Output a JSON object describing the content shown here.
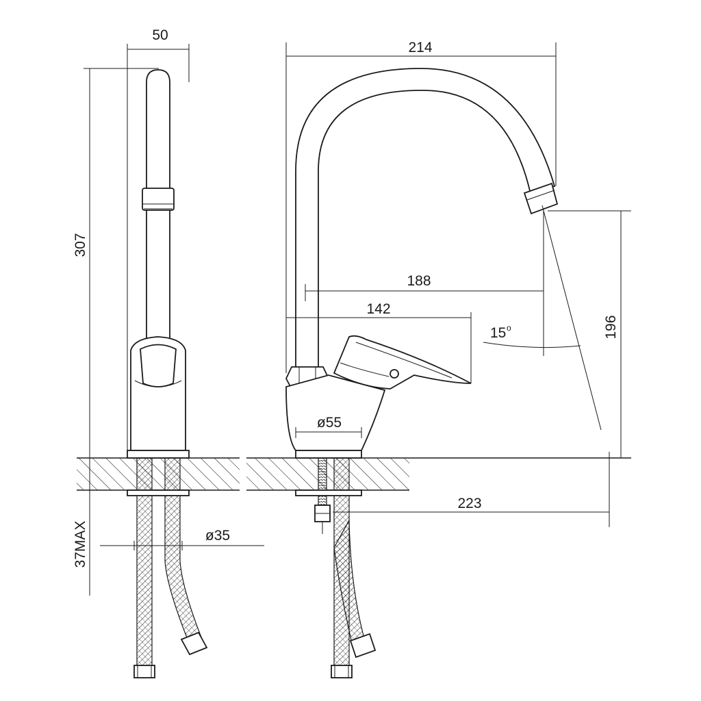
{
  "dimensions": {
    "width_side": "50",
    "height_total": "307",
    "countertop_max": "37MAX",
    "hose_diameter": "ø35",
    "width_front": "214",
    "spout_reach": "188",
    "lever_reach": "142",
    "base_diameter": "ø55",
    "spout_height": "196",
    "swivel_reach": "223",
    "angle_value": "15",
    "angle_unit": "o"
  },
  "colors": {
    "line": "#1a1a1a",
    "background": "#ffffff"
  }
}
